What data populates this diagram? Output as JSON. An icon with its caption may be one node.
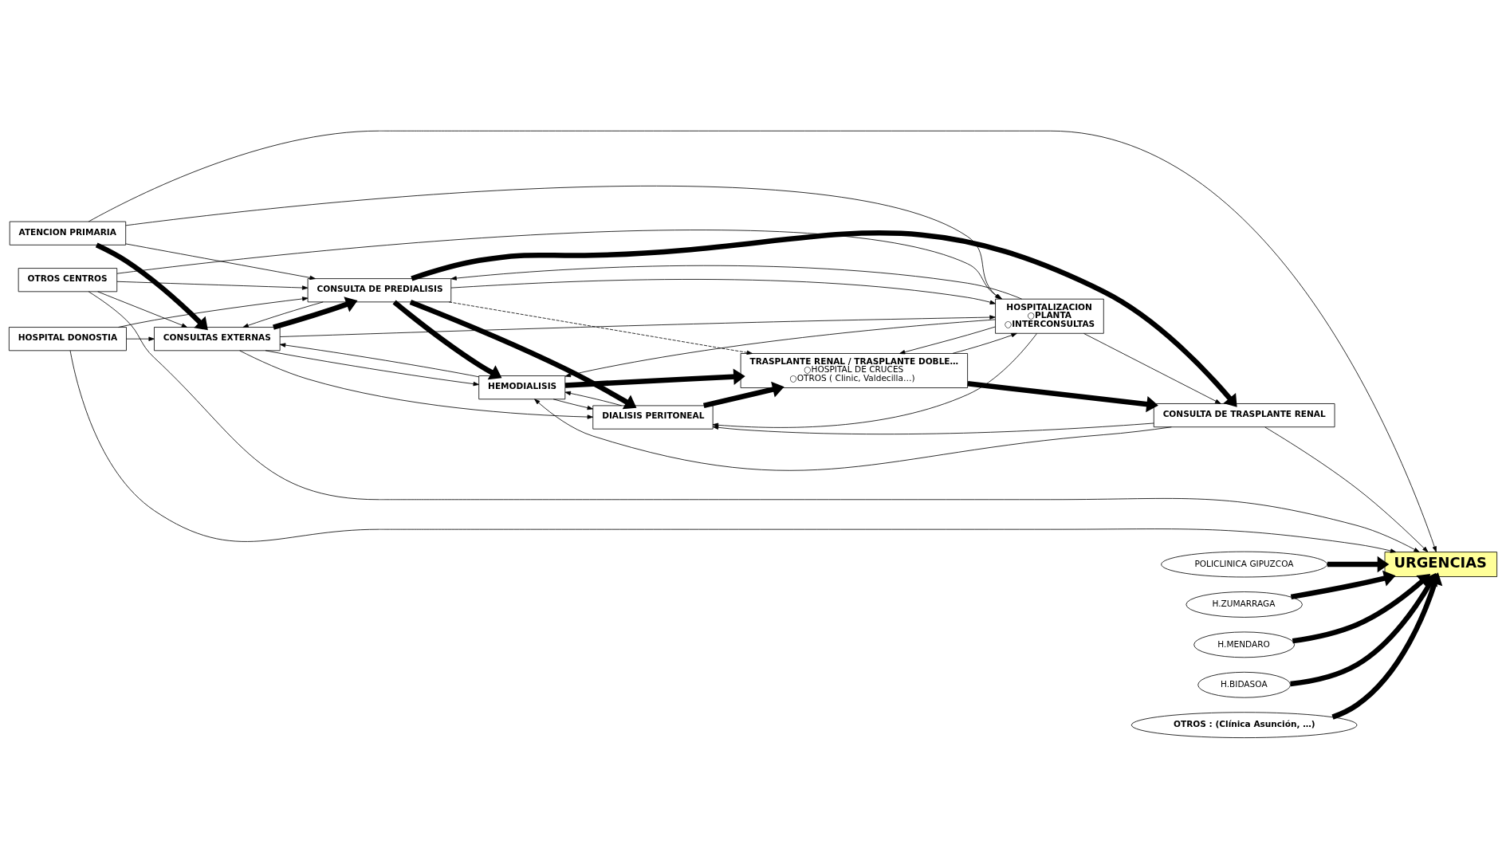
{
  "diagram": {
    "nodes": [
      {
        "text": [
          "ATENCION PRIMARIA"
        ]
      },
      {
        "text": [
          "CONSULTAS EXTERNAS"
        ]
      },
      {
        "text": [
          "HEMODIALISIS"
        ]
      },
      {
        "text": [
          "HOSPITAL DONOSTIA"
        ]
      },
      {
        "text": [
          "CONSULTA DE PREDIALISIS"
        ]
      },
      {
        "text": [
          "DIALISIS PERITONEAL"
        ]
      },
      {
        "text": [
          "TRASPLANTE RENAL / TRASPLANTE DOBLE…",
          "○HOSPITAL DE CRUCES",
          "○OTROS ( Clinic, Valdecilla…)"
        ]
      },
      {
        "text": [
          "OTROS CENTROS"
        ]
      },
      {
        "text": [
          "HOSPITALIZACION",
          "○PLANTA",
          "○INTERCONSULTAS"
        ]
      },
      {
        "text": [
          "CONSULTA DE TRASPLANTE RENAL"
        ]
      },
      {
        "text": [
          "URGENCIAS"
        ]
      },
      {
        "text": [
          "POLICLINICA GIPUZCOA"
        ]
      },
      {
        "text": [
          "H.ZUMARRAGA"
        ]
      },
      {
        "text": [
          "H.MENDARO"
        ]
      },
      {
        "text": [
          "H.BIDASOA"
        ]
      },
      {
        "text": [
          "OTROS : (Clínica Asunción, …)"
        ]
      }
    ],
    "edges": [
      {
        "from": 0,
        "to": 1,
        "arrow": "to",
        "style": "thick"
      },
      {
        "from": 0,
        "to": 4,
        "arrow": "to"
      },
      {
        "from": 0,
        "to": 8,
        "arrow": "to"
      },
      {
        "from": 0,
        "to": 10,
        "arrow": "to"
      },
      {
        "from": 3,
        "to": 1,
        "arrow": "to"
      },
      {
        "from": 3,
        "to": 4,
        "arrow": "to"
      },
      {
        "from": 3,
        "to": 10,
        "arrow": "to"
      },
      {
        "from": 7,
        "to": 1,
        "arrow": "to"
      },
      {
        "from": 7,
        "to": 4,
        "arrow": "to"
      },
      {
        "from": 7,
        "to": 8,
        "arrow": "to"
      },
      {
        "from": 7,
        "to": 10,
        "arrow": "to"
      },
      {
        "from": 1,
        "to": 2,
        "arrow": "to"
      },
      {
        "from": 2,
        "to": 1,
        "arrow": "to"
      },
      {
        "from": 1,
        "to": 5,
        "arrow": "to"
      },
      {
        "from": 1,
        "to": 8,
        "arrow": "to"
      },
      {
        "from": 1,
        "to": 4,
        "arrow": "to",
        "style": "thick"
      },
      {
        "from": 4,
        "to": 1,
        "arrow": "to"
      },
      {
        "from": 4,
        "to": 8,
        "arrow": "to"
      },
      {
        "from": 4,
        "to": 2,
        "arrow": "to",
        "style": "thick"
      },
      {
        "from": 4,
        "to": 5,
        "arrow": "to",
        "style": "thick"
      },
      {
        "from": 4,
        "to": 9,
        "arrow": "to",
        "style": "thick"
      },
      {
        "from": 4,
        "to": 6,
        "arrow": "to",
        "style": "dashed"
      },
      {
        "from": 8,
        "to": 4,
        "arrow": "to"
      },
      {
        "from": 8,
        "to": 2,
        "arrow": "to"
      },
      {
        "from": 8,
        "to": 5,
        "arrow": "to"
      },
      {
        "from": 8,
        "to": 9,
        "arrow": "to"
      },
      {
        "from": 6,
        "to": 8,
        "arrow": "to"
      },
      {
        "from": 8,
        "to": 6,
        "arrow": "to"
      },
      {
        "from": 5,
        "to": 2,
        "arrow": "to"
      },
      {
        "from": 2,
        "to": 5,
        "arrow": "to"
      },
      {
        "from": 2,
        "to": 6,
        "arrow": "to",
        "style": "thick"
      },
      {
        "from": 5,
        "to": 6,
        "arrow": "to",
        "style": "thick"
      },
      {
        "from": 9,
        "to": 2,
        "arrow": "to"
      },
      {
        "from": 9,
        "to": 5,
        "arrow": "to"
      },
      {
        "from": 6,
        "to": 9,
        "arrow": "to",
        "style": "thick"
      },
      {
        "from": 9,
        "to": 10,
        "arrow": "to"
      },
      {
        "from": 11,
        "to": 10,
        "arrow": "to",
        "style": "thick"
      },
      {
        "from": 12,
        "to": 10,
        "arrow": "to",
        "style": "thick"
      },
      {
        "from": 13,
        "to": 10,
        "arrow": "to",
        "style": "thick"
      },
      {
        "from": 14,
        "to": 10,
        "arrow": "to",
        "style": "thick"
      },
      {
        "from": 15,
        "to": 10,
        "arrow": "to",
        "style": "thick"
      }
    ]
  }
}
